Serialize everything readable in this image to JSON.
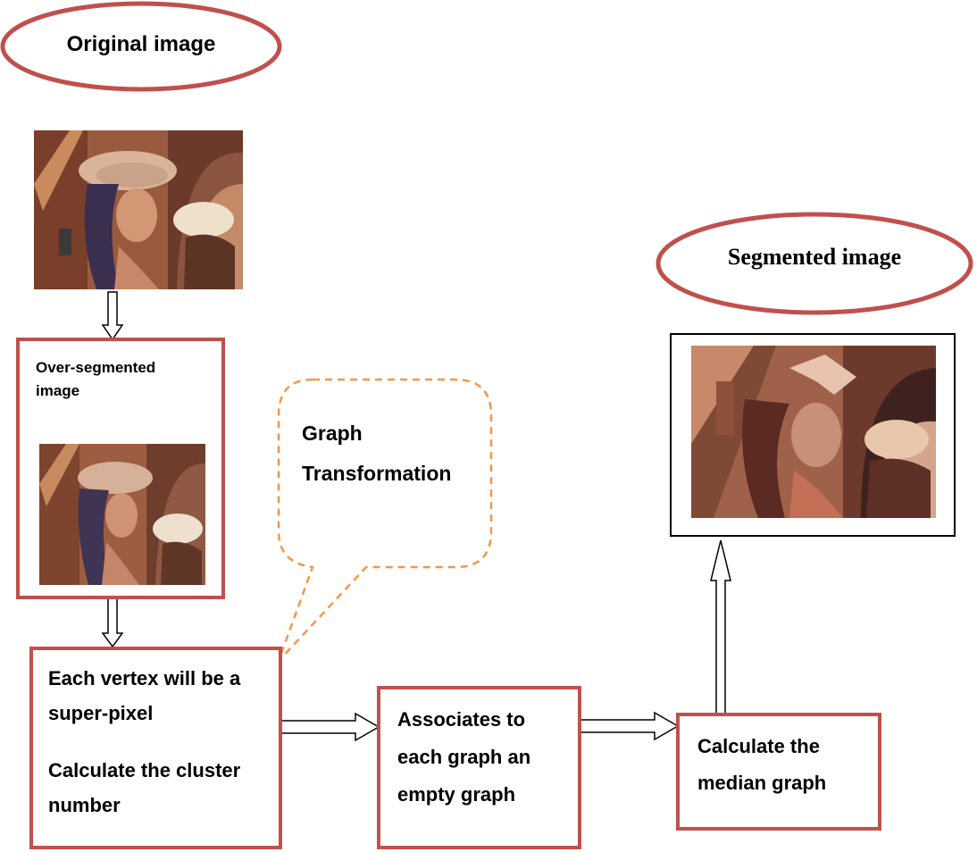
{
  "ellipses": {
    "original": "Original image",
    "segmented": "Segmented image"
  },
  "boxes": {
    "over_segmented": {
      "line1": "Over-segmented",
      "line2": "image"
    },
    "vertex": {
      "line1": "Each vertex will be a",
      "line2": "super-pixel",
      "line3": "Calculate the cluster",
      "line4": "number"
    },
    "associates": {
      "line1": "Associates to",
      "line2": "each graph  an",
      "line3": "empty graph"
    },
    "median": {
      "line1": "Calculate the",
      "line2": "median graph"
    }
  },
  "callout": {
    "line1": "Graph",
    "line2": "Transformation"
  },
  "colors": {
    "box_border": "#c0504d",
    "callout_border": "#f79646",
    "arrow_stroke": "#000000"
  },
  "images": {
    "original": "photo of woman with hat",
    "over_segmented": "over-segmented photo",
    "segmented": "segmented photo"
  }
}
